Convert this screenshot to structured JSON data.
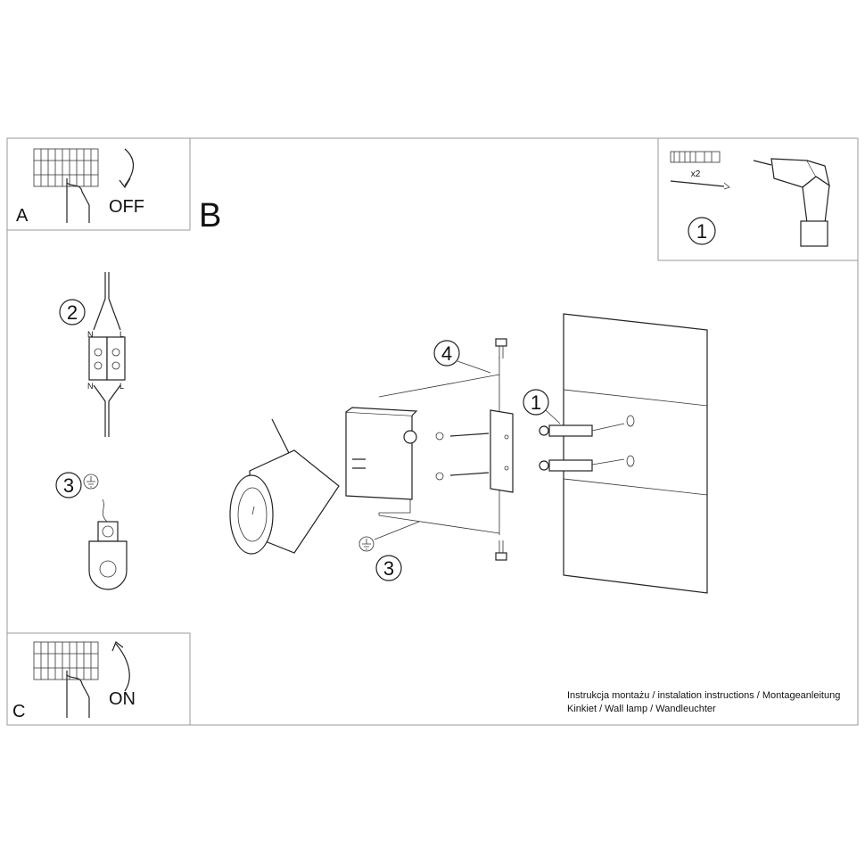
{
  "panels": {
    "a": {
      "letter": "A",
      "action": "OFF"
    },
    "b": {
      "letter": "B"
    },
    "c": {
      "letter": "C",
      "action": "ON"
    }
  },
  "tools": {
    "step": "1",
    "quantity": "x2"
  },
  "steps": {
    "wiring": {
      "number": "2",
      "n_top": "N",
      "l_top": "L",
      "n_bottom": "N",
      "l_bottom": "L"
    },
    "ground": {
      "number": "3"
    },
    "main": {
      "bracket_screw": "4",
      "anchor": "1",
      "ground": "3"
    }
  },
  "caption": {
    "line1": "Instrukcja montażu / instalation instructions / Montageanleitung",
    "line2": "Kinkiet / Wall lamp / Wandleuchter"
  }
}
